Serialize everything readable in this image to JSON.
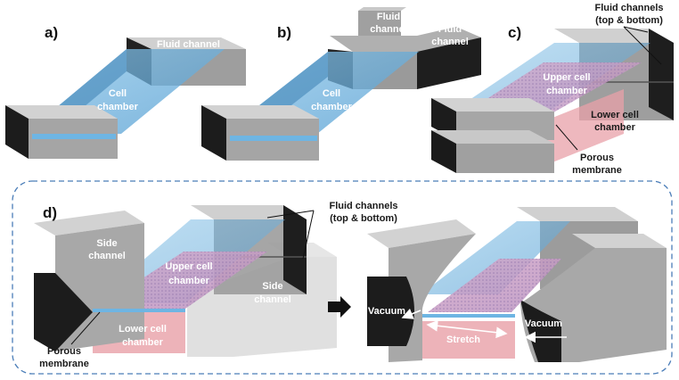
{
  "panels": {
    "a": {
      "tag": "a)",
      "fluid_channel": "Fluid channel",
      "cell_chamber": [
        "Cell",
        "chamber"
      ]
    },
    "b": {
      "tag": "b)",
      "fluid_channel_1": [
        "Fluid",
        "channel"
      ],
      "fluid_channel_2": [
        "Fluid",
        "channel"
      ],
      "cell_chamber": [
        "Cell",
        "chamber"
      ]
    },
    "c": {
      "tag": "c)",
      "fluid_channels": [
        "Fluid channels",
        "(top & bottom)"
      ],
      "upper_chamber": [
        "Upper cell",
        "chamber"
      ],
      "lower_chamber": [
        "Lower cell",
        "chamber"
      ],
      "porous_membrane": [
        "Porous",
        "membrane"
      ]
    },
    "d": {
      "tag": "d)",
      "fluid_channels": [
        "Fluid channels",
        "(top & bottom)"
      ],
      "side_channel_left": [
        "Side",
        "channel"
      ],
      "side_channel_right": [
        "Side",
        "channel"
      ],
      "upper_chamber": [
        "Upper cell",
        "chamber"
      ],
      "lower_chamber": [
        "Lower cell",
        "chamber"
      ],
      "porous_membrane": [
        "Porous",
        "membrane"
      ],
      "vacuum_left": "Vacuum",
      "vacuum_right": "Vacuum",
      "stretch": "Stretch"
    }
  },
  "colors": {
    "channel_gray": "#a9a9a9",
    "channel_dark": "#1c1c1c",
    "cell_blue": "#5fa8d8",
    "membrane_pink": "#e8a0a8",
    "dashed_border": "#4a7db8"
  }
}
